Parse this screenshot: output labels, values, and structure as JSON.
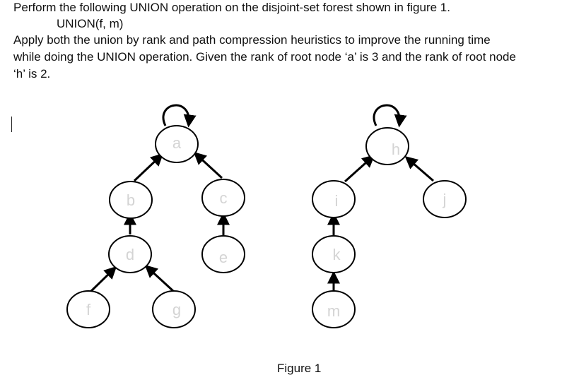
{
  "question": {
    "line1": "Perform the following UNION operation on the disjoint-set forest shown in figure 1.",
    "line2": "UNION(f, m)",
    "line3": "Apply both the union by rank and path compression heuristics to improve the running time",
    "line4": "while doing the UNION operation. Given the rank of root node ‘a’ is 3 and the rank of root node",
    "line5": "‘h’ is 2."
  },
  "figure": {
    "caption": "Figure 1",
    "nodes": {
      "a": "a",
      "b": "b",
      "c": "c",
      "d": "d",
      "e": "e",
      "f": "f",
      "g": "g",
      "h": "h",
      "i": "i",
      "j": "j",
      "k": "k",
      "m": "m"
    }
  }
}
